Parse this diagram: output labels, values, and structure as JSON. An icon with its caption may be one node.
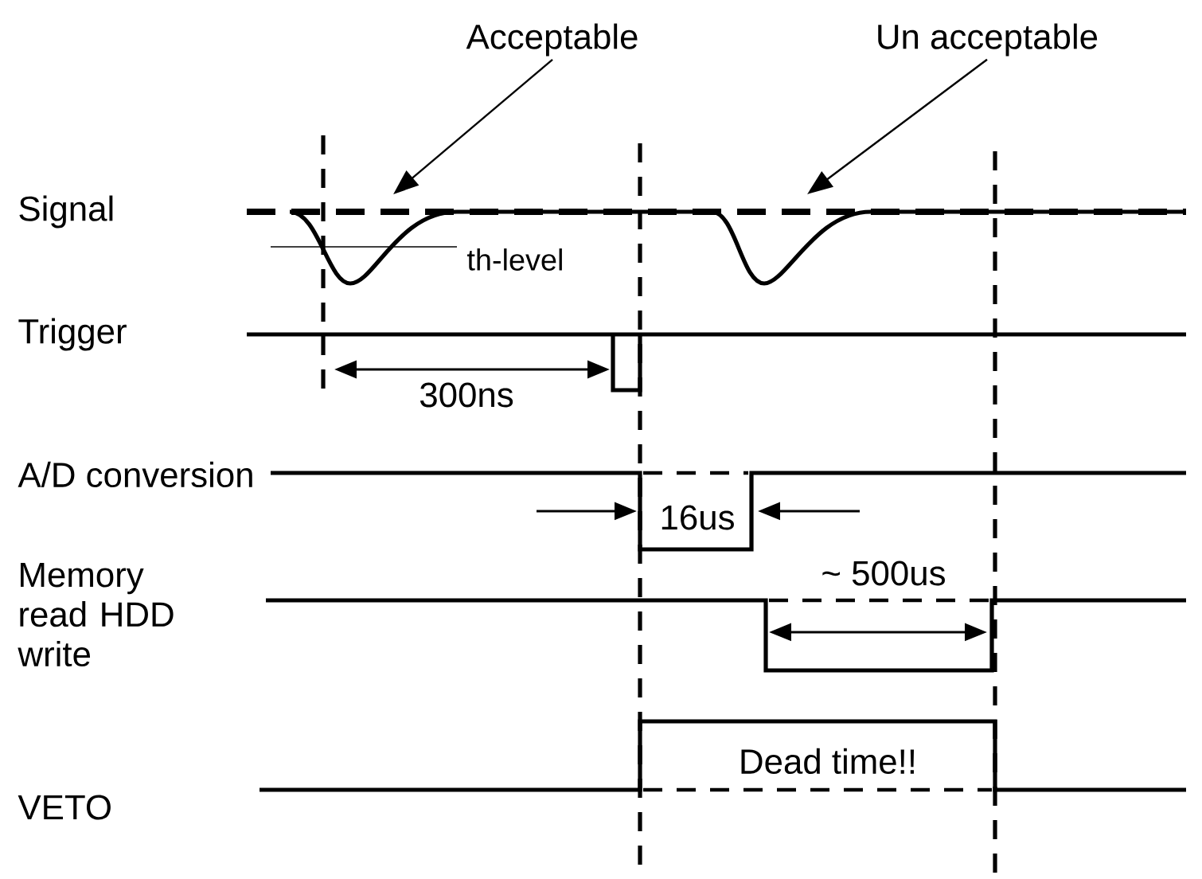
{
  "diagram": {
    "nodes": [
      {
        "text": [
          "Acceptable"
        ]
      },
      {
        "text": [
          "Un acceptable"
        ]
      }
    ],
    "edges": [
      {
        "from": 0,
        "to": null,
        "arrow": "to"
      },
      {
        "from": 1,
        "to": null,
        "arrow": "to"
      }
    ],
    "labels": [
      "Signal",
      "th-level",
      "Trigger",
      "300ns",
      "A/D conversion",
      "16us",
      "~ 500us",
      "Memory read HDD write",
      "Dead time!!",
      "VETO"
    ]
  }
}
